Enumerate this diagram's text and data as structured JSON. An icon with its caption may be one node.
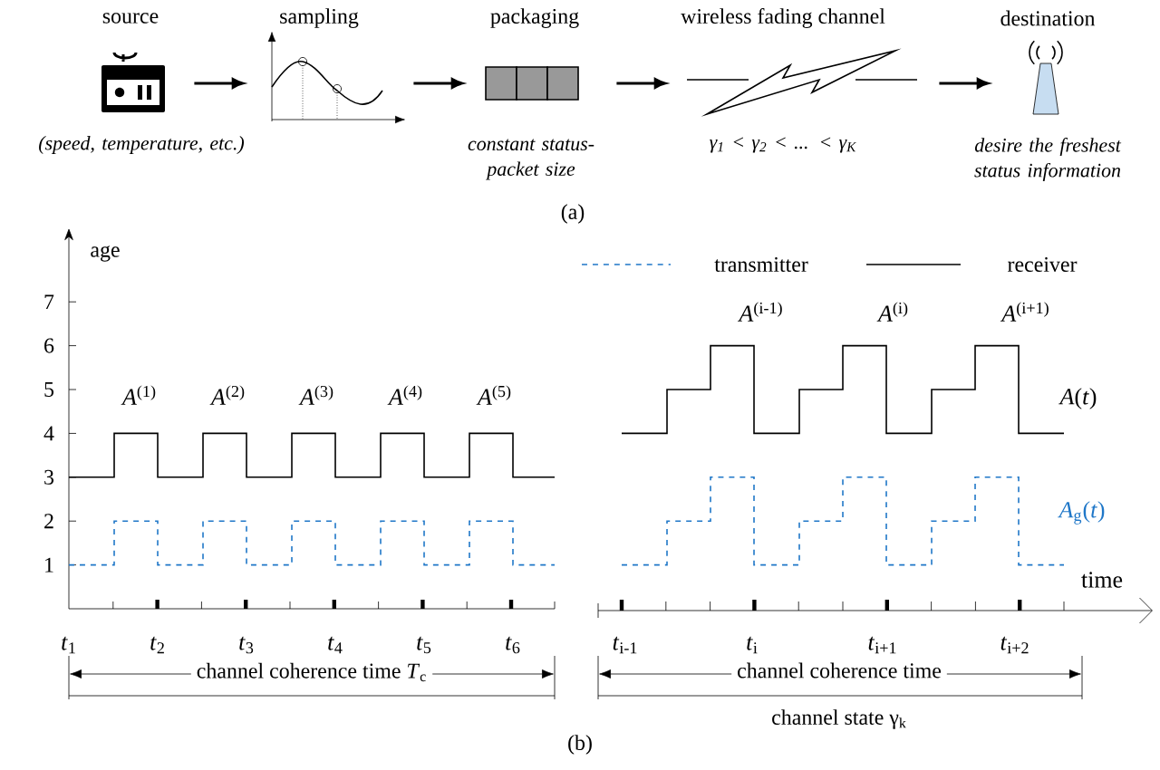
{
  "diagram": {
    "nodes": [
      {
        "text": [
          "source"
        ],
        "beside": [
          "(speed, temperature, etc.)"
        ]
      },
      {
        "text": [
          "sampling"
        ]
      },
      {
        "text": [
          "packaging"
        ],
        "beside": [
          "constant status-packet size"
        ]
      },
      {
        "text": [
          "wireless fading channel"
        ],
        "beside": [
          "γ$_{1}$ < γ$_{2}$ < ... < γ$_{K}$"
        ]
      },
      {
        "text": [
          "destination"
        ],
        "beside": [
          "desire the freshest status information"
        ]
      }
    ],
    "edges": [
      {
        "from": 0,
        "to": 1,
        "arrow": "to"
      },
      {
        "from": 1,
        "to": 2,
        "arrow": "to"
      },
      {
        "from": 2,
        "to": 3,
        "arrow": "to"
      },
      {
        "from": 3,
        "to": 4,
        "arrow": "to"
      }
    ],
    "labels": [
      "(a)",
      "age",
      "7",
      "6",
      "5",
      "4",
      "3",
      "2",
      "1",
      "*A*$^{(1)}$",
      "*A*$^{(2)}$",
      "*A*$^{(3)}$",
      "*A*$^{(4)}$",
      "*A*$^{(5)}$",
      "*A*$^{(i-1)}$",
      "*A*$^{(i)}$",
      "*A*$^{(i+1)}$",
      "*A*(*t*)",
      "*A*$_{g}$(*t*)",
      "time",
      "*t*$_{1}$",
      "*t*$_{2}$",
      "*t*$_{3}$",
      "*t*$_{4}$",
      "*t*$_{5}$",
      "*t*$_{6}$",
      "*t*$_{i-1}$",
      "*t*$_{i}$",
      "*t*$_{i+1}$",
      "*t*$_{i+2}$",
      "channel coherence time *T*$_{c}$",
      "channel coherence time",
      "channel state γ$_{k}$",
      "(b)"
    ],
    "legend": [
      {
        "text": "transmitter"
      },
      {
        "text": "receiver"
      }
    ]
  }
}
